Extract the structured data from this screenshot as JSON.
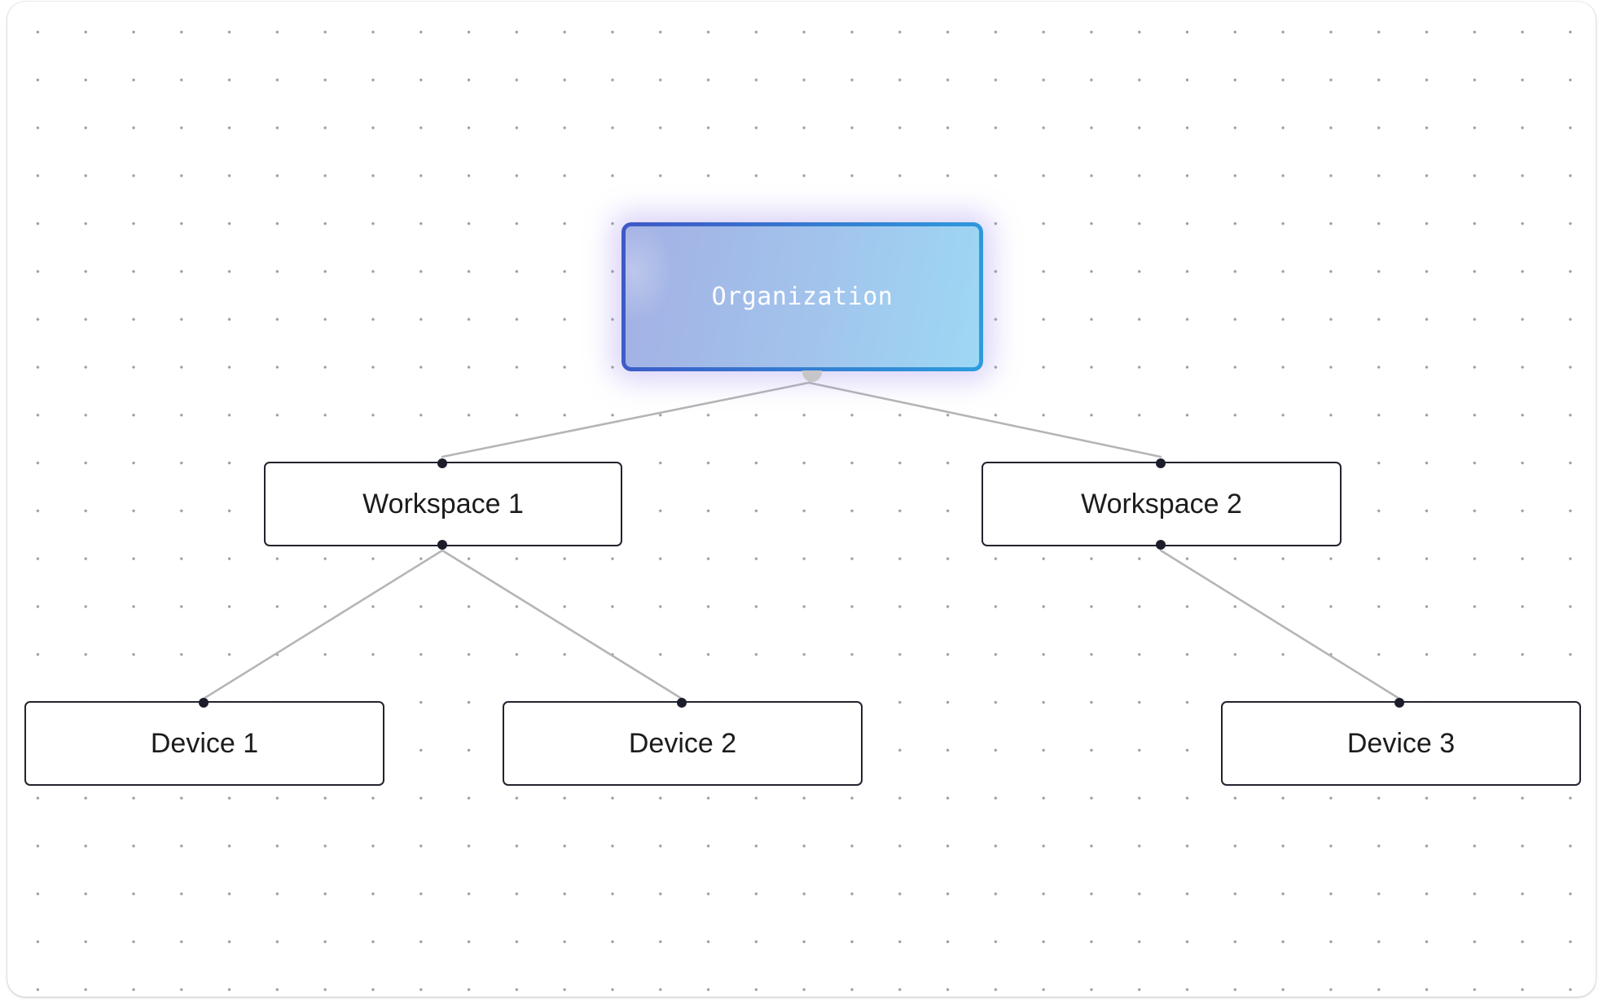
{
  "diagram": {
    "root": {
      "label": "Organization"
    },
    "workspaces": [
      {
        "label": "Workspace 1"
      },
      {
        "label": "Workspace 2"
      }
    ],
    "devices": [
      {
        "label": "Device 1"
      },
      {
        "label": "Device 2"
      },
      {
        "label": "Device 3"
      }
    ],
    "edges": [
      {
        "from": "Organization",
        "to": "Workspace 1"
      },
      {
        "from": "Organization",
        "to": "Workspace 2"
      },
      {
        "from": "Workspace 1",
        "to": "Device 1"
      },
      {
        "from": "Workspace 1",
        "to": "Device 2"
      },
      {
        "from": "Workspace 2",
        "to": "Device 3"
      }
    ],
    "colors": {
      "root_gradient_start": "#a3b0e4",
      "root_gradient_end": "#9dd8f4",
      "root_border_start": "#3e58c6",
      "root_border_end": "#2d9ddd",
      "node_border": "#22232e",
      "edge": "#b5b5b5",
      "grid_dot": "#9aa0a8"
    }
  }
}
